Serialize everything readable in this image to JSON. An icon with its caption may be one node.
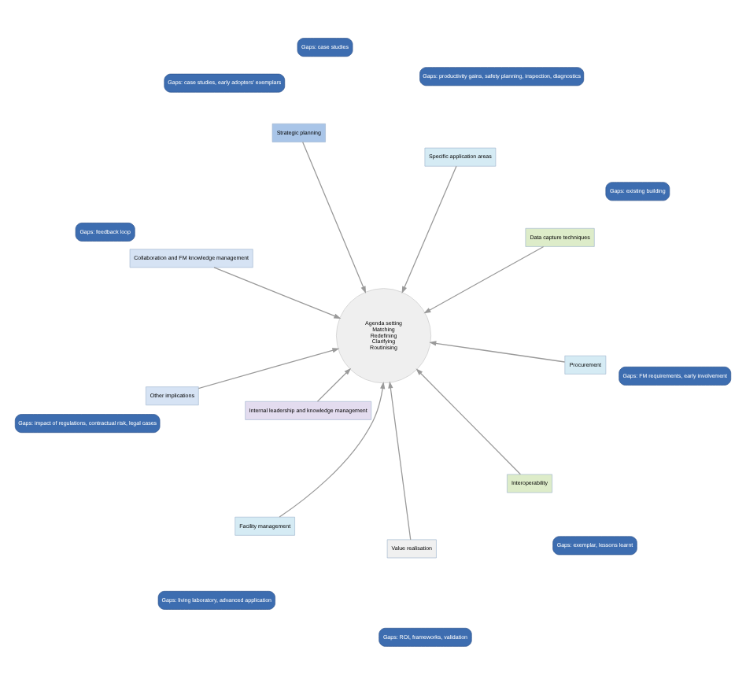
{
  "diagram": {
    "nodes": [
      {
        "text": [
          "Agenda setting",
          "Matching",
          "Redefining",
          "Clarifying",
          "Routinising"
        ]
      },
      {
        "text": [
          "Gaps: ROI, frameworks, validation"
        ]
      },
      {
        "text": [
          "Value realisation"
        ]
      },
      {
        "text": [
          "Gaps: case studies"
        ]
      },
      {
        "text": [
          "Strategic planning"
        ]
      },
      {
        "text": [
          "Gaps: case studies, early adopters' exemplars"
        ]
      },
      {
        "text": [
          "Internal leadership and knowledge management"
        ]
      },
      {
        "text": [
          "Procurement"
        ]
      },
      {
        "text": [
          "Gaps: FM requirements, early involvement"
        ]
      },
      {
        "text": [
          "Facility management"
        ]
      },
      {
        "text": [
          "Gaps: living laboratory, advanced application"
        ]
      },
      {
        "text": [
          "Specific application areas"
        ]
      },
      {
        "text": [
          "Gaps: productivity gains, safety planning, inspection, diagnostics"
        ]
      },
      {
        "text": [
          "Data capture techniques"
        ]
      },
      {
        "text": [
          "Gaps: existing building"
        ]
      },
      {
        "text": [
          "Interoperability"
        ]
      },
      {
        "text": [
          "Gaps: exemplar, lessons learnt"
        ]
      },
      {
        "text": [
          "Collaboration and FM knowledge management"
        ]
      },
      {
        "text": [
          "Gaps: feedback loop"
        ]
      },
      {
        "text": [
          "Other implications"
        ]
      },
      {
        "text": [
          "Gaps: impact of regulations, contractual risk, legal cases"
        ]
      }
    ],
    "edges": [
      {
        "from": 2,
        "to": 0,
        "arrow": "to"
      },
      {
        "from": 4,
        "to": 0,
        "arrow": "to"
      },
      {
        "from": 6,
        "to": 0,
        "arrow": "to"
      },
      {
        "from": 7,
        "to": 0,
        "arrow": "to"
      },
      {
        "from": 9,
        "to": 0,
        "arrow": "to"
      },
      {
        "from": 11,
        "to": 0,
        "arrow": "to"
      },
      {
        "from": 13,
        "to": 0,
        "arrow": "to"
      },
      {
        "from": 15,
        "to": 0,
        "arrow": "to"
      },
      {
        "from": 17,
        "to": 0,
        "arrow": "to"
      },
      {
        "from": 19,
        "to": 0,
        "arrow": "to"
      }
    ]
  }
}
